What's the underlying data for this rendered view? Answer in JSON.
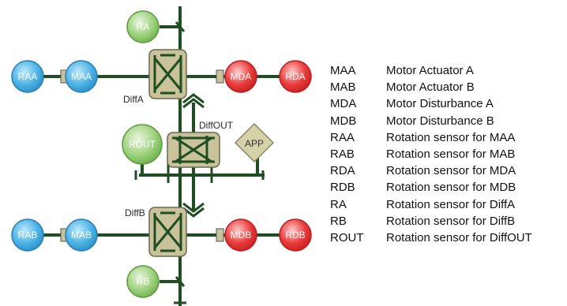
{
  "nodes": {
    "raa": "RAA",
    "maa": "MAA",
    "mda": "MDA",
    "rda": "RDA",
    "rab": "RAB",
    "mab": "MAB",
    "mdb": "MDB",
    "rdb": "RDB",
    "ra": "RA",
    "rb": "RB",
    "rout": "ROUT",
    "app": "APP"
  },
  "differentials": {
    "diffa": "DiffA",
    "diffout": "DiffOUT",
    "diffb": "DiffB"
  },
  "legend": [
    {
      "abbr": "MAA",
      "desc": "Motor Actuator A"
    },
    {
      "abbr": "MAB",
      "desc": "Motor Actuator B"
    },
    {
      "abbr": "MDA",
      "desc": "Motor Disturbance A"
    },
    {
      "abbr": "MDB",
      "desc": "Motor Disturbance B"
    },
    {
      "abbr": "RAA",
      "desc": "Rotation sensor for MAA"
    },
    {
      "abbr": "RAB",
      "desc": "Rotation sensor for MAB"
    },
    {
      "abbr": "RDA",
      "desc": "Rotation sensor for MDA"
    },
    {
      "abbr": "RDB",
      "desc": "Rotation sensor for MDB"
    },
    {
      "abbr": "RA",
      "desc": "Rotation sensor for DiffA"
    },
    {
      "abbr": "RB",
      "desc": "Rotation sensor for DiffB"
    },
    {
      "abbr": "ROUT",
      "desc": "Rotation sensor for DiffOUT"
    }
  ],
  "colors": {
    "shaft": "#1f4e22",
    "blue_node": "#3aa9e0",
    "red_node": "#e53a3a",
    "green_node": "#8cc96b",
    "diff_fill": "#c9c29a",
    "app_fill": "#d6d2a8"
  }
}
